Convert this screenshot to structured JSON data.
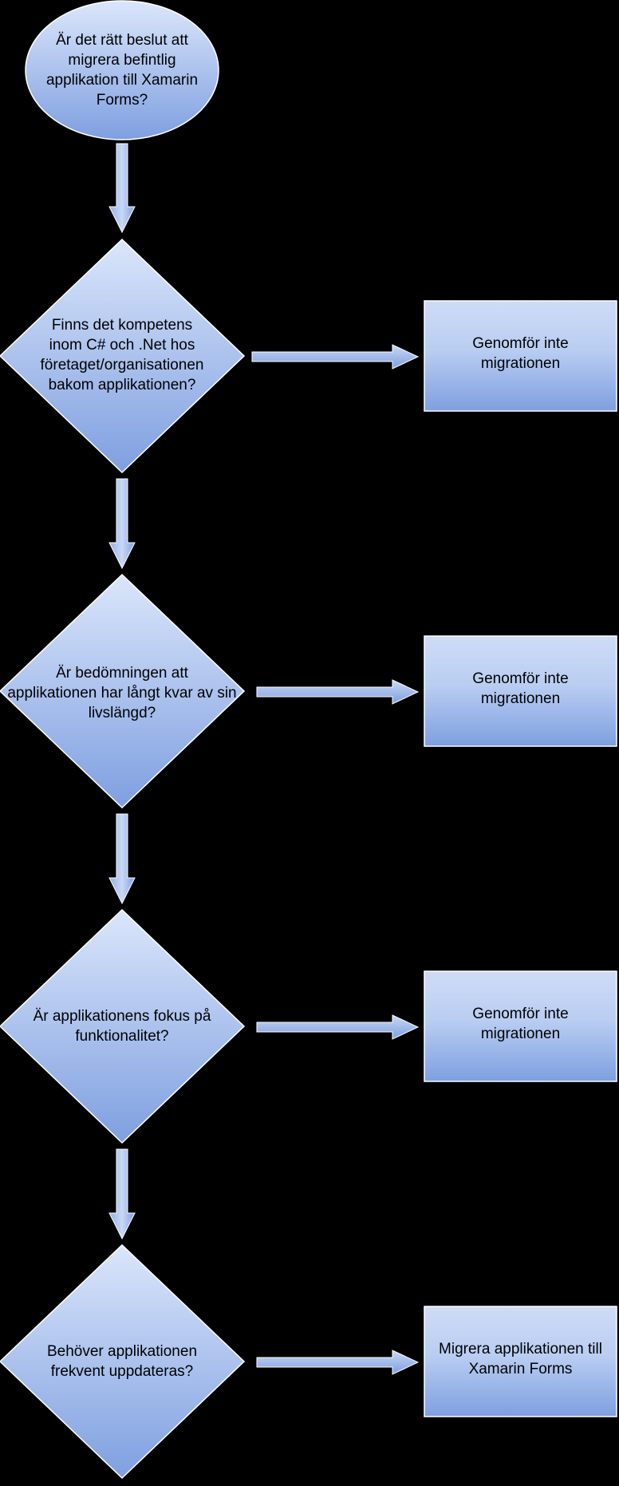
{
  "diagram": {
    "start": {
      "text": "Är det rätt beslut att\nmigrera befintlig\napplikation till Xamarin\nForms?"
    },
    "questions": [
      {
        "text": "Finns det kompetens\ninom C# och .Net hos\nföretaget/organisationen\nbakom applikationen?"
      },
      {
        "text": "Är bedömningen att\napplikationen har långt kvar av sin\nlivslängd?"
      },
      {
        "text": "Är applikationens fokus på\nfunktionalitet?"
      },
      {
        "text": "Behöver applikationen\nfrekvent uppdateras?"
      }
    ],
    "outcomes": [
      {
        "text": "Genomför inte\nmigrationen"
      },
      {
        "text": "Genomför inte\nmigrationen"
      },
      {
        "text": "Genomför inte\nmigrationen"
      },
      {
        "text": "Migrera applikationen till\nXamarin Forms"
      }
    ],
    "colors": {
      "background": "#000000",
      "fill_light": "#dbe6fb",
      "fill_dark": "#7e9fe0",
      "stroke": "#ffffff",
      "text": "#000000"
    }
  }
}
